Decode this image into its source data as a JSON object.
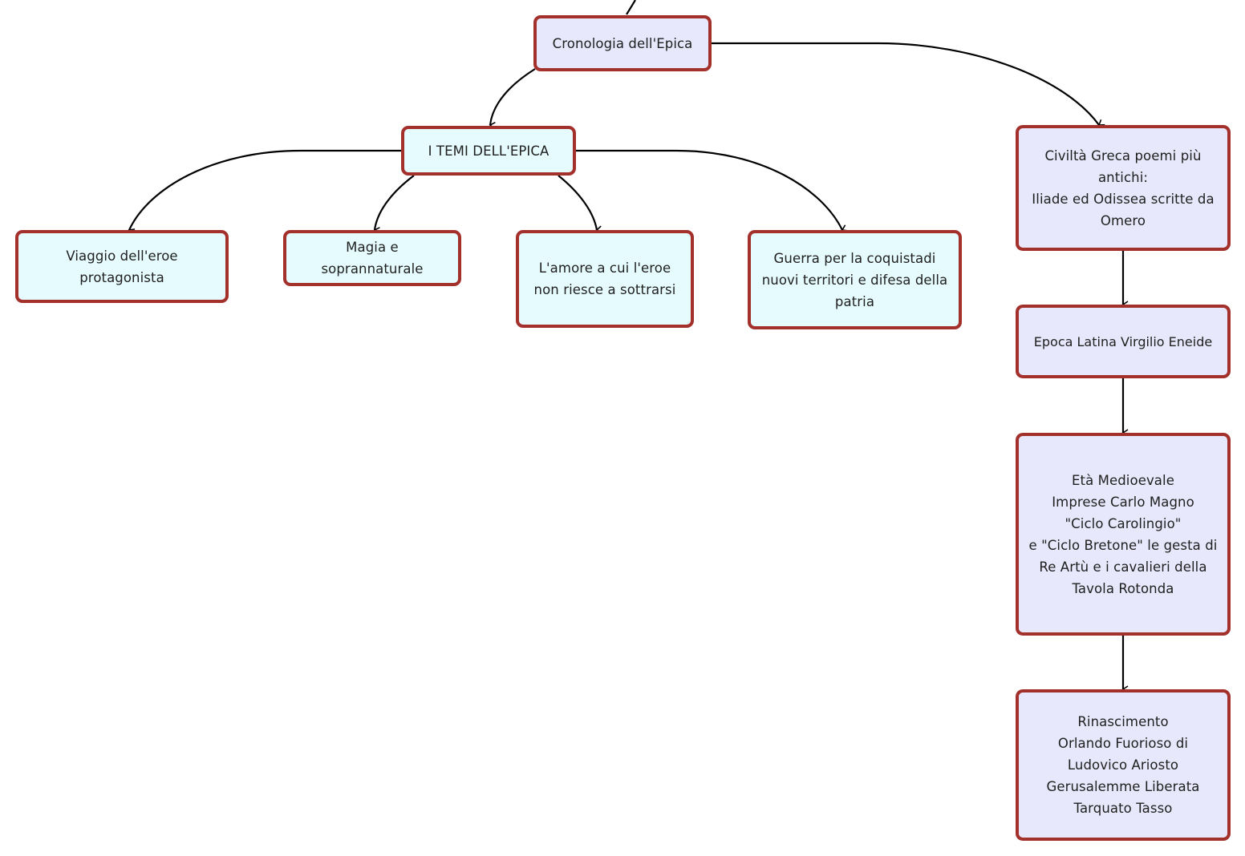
{
  "nodes": {
    "cronologia": "Cronologia dell'Epica",
    "temi": "I TEMI DELL'EPICA",
    "viaggio": "Viaggio dell'eroe\nprotagonista",
    "magia": "Magia e\nsoprannaturale",
    "amore": "L'amore a cui l'eroe\nnon riesce a sottrarsi",
    "guerra": "Guerra per la coquistadi\nnuovi territori e difesa della\npatria",
    "greca": "Civiltà Greca poemi più\nantichi:\nIliade ed Odissea scritte da\nOmero",
    "latina": "Epoca Latina Virgilio Eneide",
    "medioevale": "Età Medioevale\nImprese Carlo Magno\n\"Ciclo Carolingio\"\ne \"Ciclo Bretone\" le gesta di\nRe Artù e i cavalieri della\nTavola Rotonda",
    "rinascimento": "Rinascimento\nOrlando Fuorioso di\nLudovico Ariosto\nGerusalemme Liberata\nTarquato Tasso"
  },
  "colors": {
    "border": "#a3302b",
    "lavender_fill": "#e7e8fb",
    "cyan_fill": "#e6fbfd",
    "connector": "#000000"
  }
}
